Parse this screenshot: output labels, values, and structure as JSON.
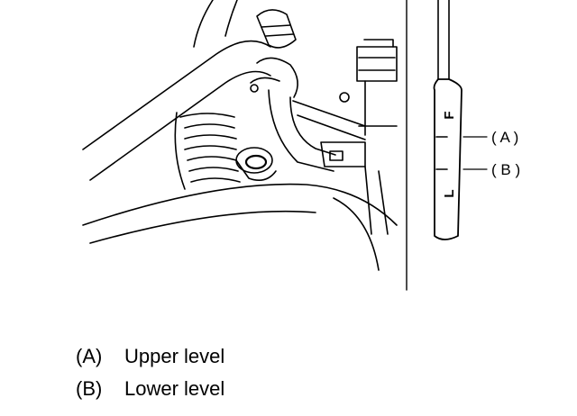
{
  "callouts": {
    "a": "( A )",
    "b": "( B )"
  },
  "dipstick": {
    "full_mark": "F",
    "low_mark": "L"
  },
  "legend": [
    {
      "code": "(A)",
      "text": "Upper level"
    },
    {
      "code": "(B)",
      "text": "Lower level"
    }
  ]
}
